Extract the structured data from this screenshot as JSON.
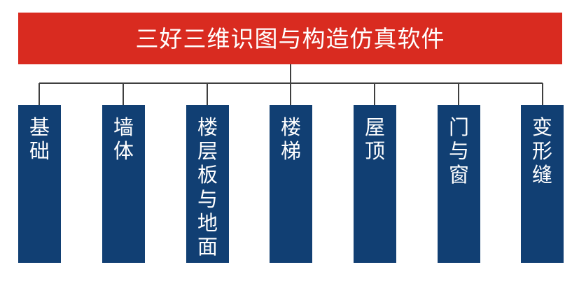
{
  "title": {
    "text": "三好三维识图与构造仿真软件",
    "background_color": "#d92b20",
    "text_color": "#ffffff"
  },
  "colors": {
    "title_red": "#d92b20",
    "node_blue": "#113f73",
    "connector": "#3f3f3f",
    "page_background": "#ffffff"
  },
  "nodes": [
    {
      "label": "基础"
    },
    {
      "label": "墙体"
    },
    {
      "label": "楼层板与地面"
    },
    {
      "label": "楼梯"
    },
    {
      "label": "屋顶"
    },
    {
      "label": "门与窗"
    },
    {
      "label": "变形缝"
    }
  ]
}
